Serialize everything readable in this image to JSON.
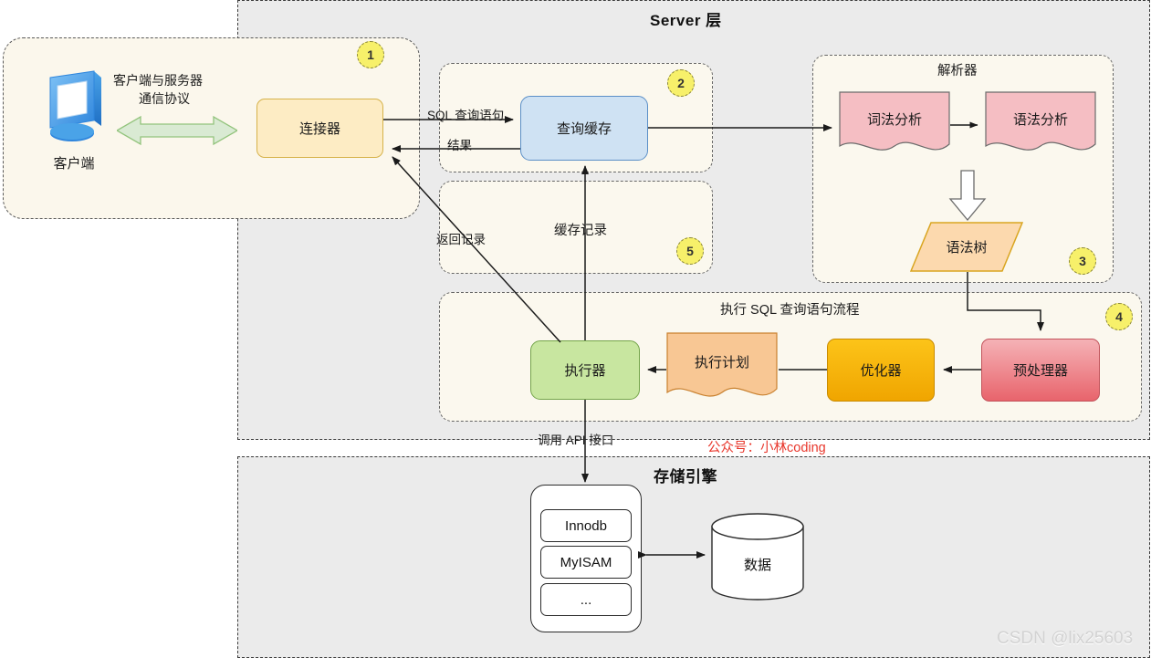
{
  "layers": {
    "server": {
      "title": "Server 层"
    },
    "storage": {
      "title": "存储引擎"
    }
  },
  "client_region": {
    "icon": "monitor-icon",
    "caption": "客户端",
    "protocol_label": "客户端与服务器\n通信协议",
    "protocol_line1": "客户端与服务器",
    "protocol_line2": "通信协议",
    "badge": "1"
  },
  "nodes": {
    "connector": {
      "label": "连接器",
      "color": "#fdecc4"
    },
    "query_cache": {
      "label": "查询缓存",
      "color": "#cfe2f3"
    },
    "lexical": {
      "label": "词法分析",
      "color": "#f5bec3"
    },
    "syntax": {
      "label": "语法分析",
      "color": "#f5bec3"
    },
    "syntax_tree": {
      "label": "语法树",
      "color": "#fcd9ae"
    },
    "preprocessor": {
      "label": "预处理器",
      "color": "#e8646c"
    },
    "optimizer": {
      "label": "优化器",
      "color": "#f0a500"
    },
    "exec_plan": {
      "label": "执行计划",
      "color": "#f8c794"
    },
    "executor": {
      "label": "执行器",
      "color": "#c8e6a0"
    }
  },
  "groups": {
    "query_cache_group": {
      "badge": "2"
    },
    "cache_record_group": {
      "title": "缓存记录",
      "badge": "5"
    },
    "parser_group": {
      "title": "解析器",
      "badge": "3"
    },
    "exec_group": {
      "title": "执行 SQL 查询语句流程",
      "badge": "4"
    }
  },
  "edge_labels": {
    "sql_query": "SQL 查询语句",
    "result": "结果",
    "return_record": "返回记录",
    "call_api": "调用 API 接口"
  },
  "storage": {
    "engines": [
      "Innodb",
      "MyISAM",
      "..."
    ],
    "data_label": "数据"
  },
  "watermarks": {
    "red": "公众号：小林coding",
    "csdn": "CSDN @lix25603"
  },
  "colors": {
    "layer_bg": "#ebebeb",
    "group_bg": "#fbf8ee",
    "client_bg": "#fbf7ec",
    "badge": "#f7f06a",
    "red": "#e8372c",
    "arrow_green": "#d9ead3"
  }
}
